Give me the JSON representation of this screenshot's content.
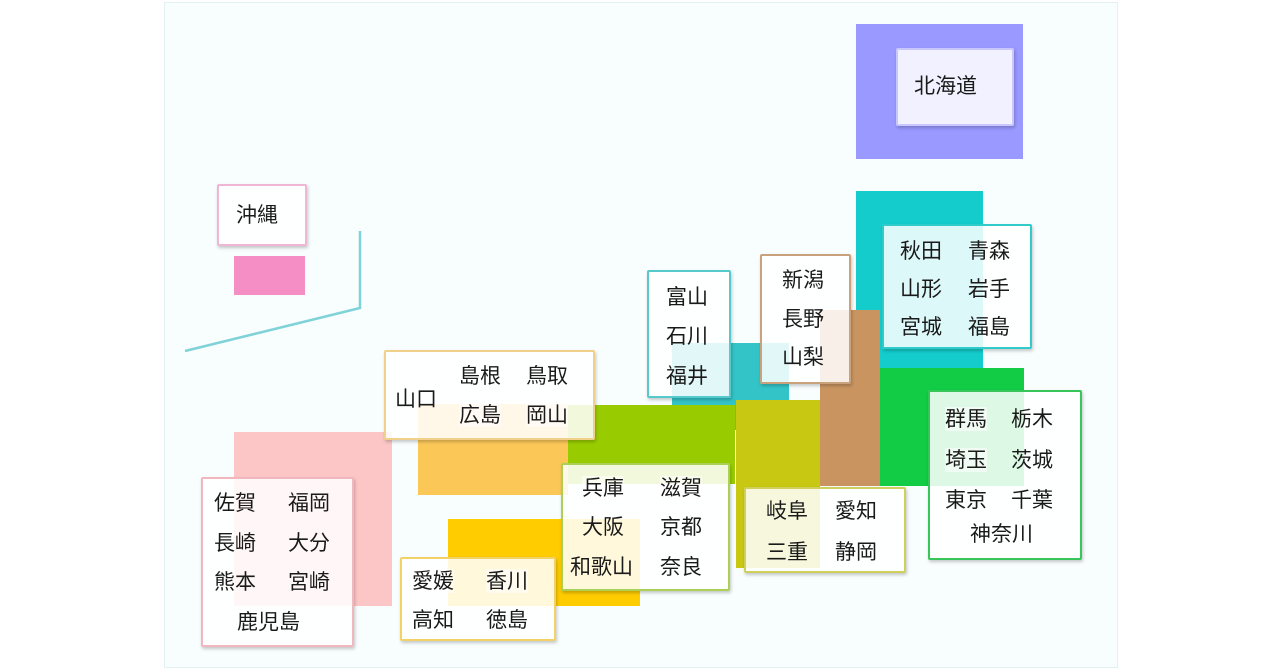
{
  "regions": {
    "hokkaido": {
      "label": "北海道",
      "color": "#9999ff",
      "border": "#c8c8ff"
    },
    "okinawa": {
      "label": "沖縄",
      "color": "#f48ec4",
      "border": "#efb6d6"
    },
    "tohoku": {
      "prefs": [
        "秋田",
        "青森",
        "山形",
        "岩手",
        "宮城",
        "福島"
      ],
      "color": "#14cccc",
      "border": "#32cbcb"
    },
    "kanto": {
      "prefs": [
        "群馬",
        "栃木",
        "埼玉",
        "茨城",
        "東京",
        "千葉",
        "神奈川"
      ],
      "color": "#11cc44",
      "border": "#38c65a"
    },
    "koshinetsu": {
      "prefs": [
        "新潟",
        "長野",
        "山梨"
      ],
      "color": "#c99460",
      "border": "#c9a27b"
    },
    "hokuriku": {
      "prefs": [
        "富山",
        "石川",
        "福井"
      ],
      "color": "#33c4c8",
      "border": "#56c9cc"
    },
    "tokai": {
      "prefs": [
        "岐阜",
        "愛知",
        "三重",
        "静岡"
      ],
      "color": "#c8c812",
      "border": "#cfcf5c"
    },
    "kinki": {
      "prefs": [
        "兵庫",
        "滋賀",
        "大阪",
        "京都",
        "和歌山",
        "奈良"
      ],
      "color": "#99cc00",
      "border": "#aad055"
    },
    "chugoku": {
      "prefs": [
        "山口",
        "島根",
        "鳥取",
        "広島",
        "岡山"
      ],
      "color": "#fbc858",
      "border": "#f0d08a"
    },
    "shikoku": {
      "prefs": [
        "愛媛",
        "香川",
        "高知",
        "徳島"
      ],
      "color": "#ffcc00",
      "border": "#f2d266"
    },
    "kyushu": {
      "prefs": [
        "佐賀",
        "福岡",
        "長崎",
        "大分",
        "熊本",
        "宮崎",
        "鹿児島"
      ],
      "color": "#fcc6c6",
      "border": "#f2b6be"
    }
  },
  "coastline_color": "#7fd3d8"
}
